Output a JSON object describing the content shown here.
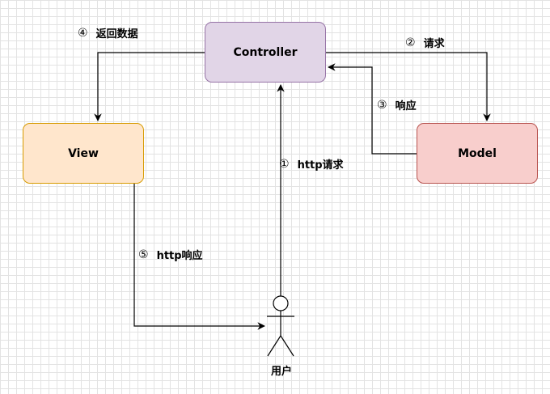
{
  "nodes": {
    "controller": {
      "label": "Controller",
      "fill": "#e1d5e7",
      "stroke": "#9673a6"
    },
    "view": {
      "label": "View",
      "fill": "#ffe6cc",
      "stroke": "#d79b00"
    },
    "model": {
      "label": "Model",
      "fill": "#f8cecc",
      "stroke": "#b85450"
    }
  },
  "actor": {
    "label": "用户",
    "icon": "stick-figure-icon"
  },
  "edges": {
    "http_request": {
      "num": "①",
      "label": "http请求"
    },
    "request": {
      "num": "②",
      "label": "请求"
    },
    "response": {
      "num": "③",
      "label": "响应"
    },
    "fetch_data": {
      "num": "④",
      "label": "返回数据"
    },
    "http_response": {
      "num": "⑤",
      "label": "http响应"
    }
  },
  "colors": {
    "line": "#000000",
    "grid": "#e3e3e3"
  }
}
